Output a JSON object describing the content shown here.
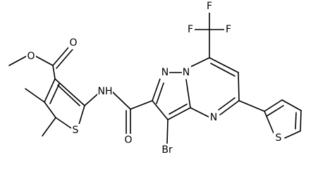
{
  "diagram_type": "chemical-structure",
  "colors": {
    "background": "#ffffff",
    "ink": "#000000"
  },
  "atoms": {
    "ester_o_methyl": "O",
    "carbonyl_o_ester": "O",
    "thiophene_s_left": "S",
    "amide_nh": "NH",
    "amide_o": "O",
    "bromo": "Br",
    "ring_n_top_left": "N",
    "ring_n_top_right": "N",
    "ring_n_bottom": "N",
    "thiophene_s_right": "S",
    "fluorine_1": "F",
    "fluorine_2": "F",
    "fluorine_3": "F"
  }
}
